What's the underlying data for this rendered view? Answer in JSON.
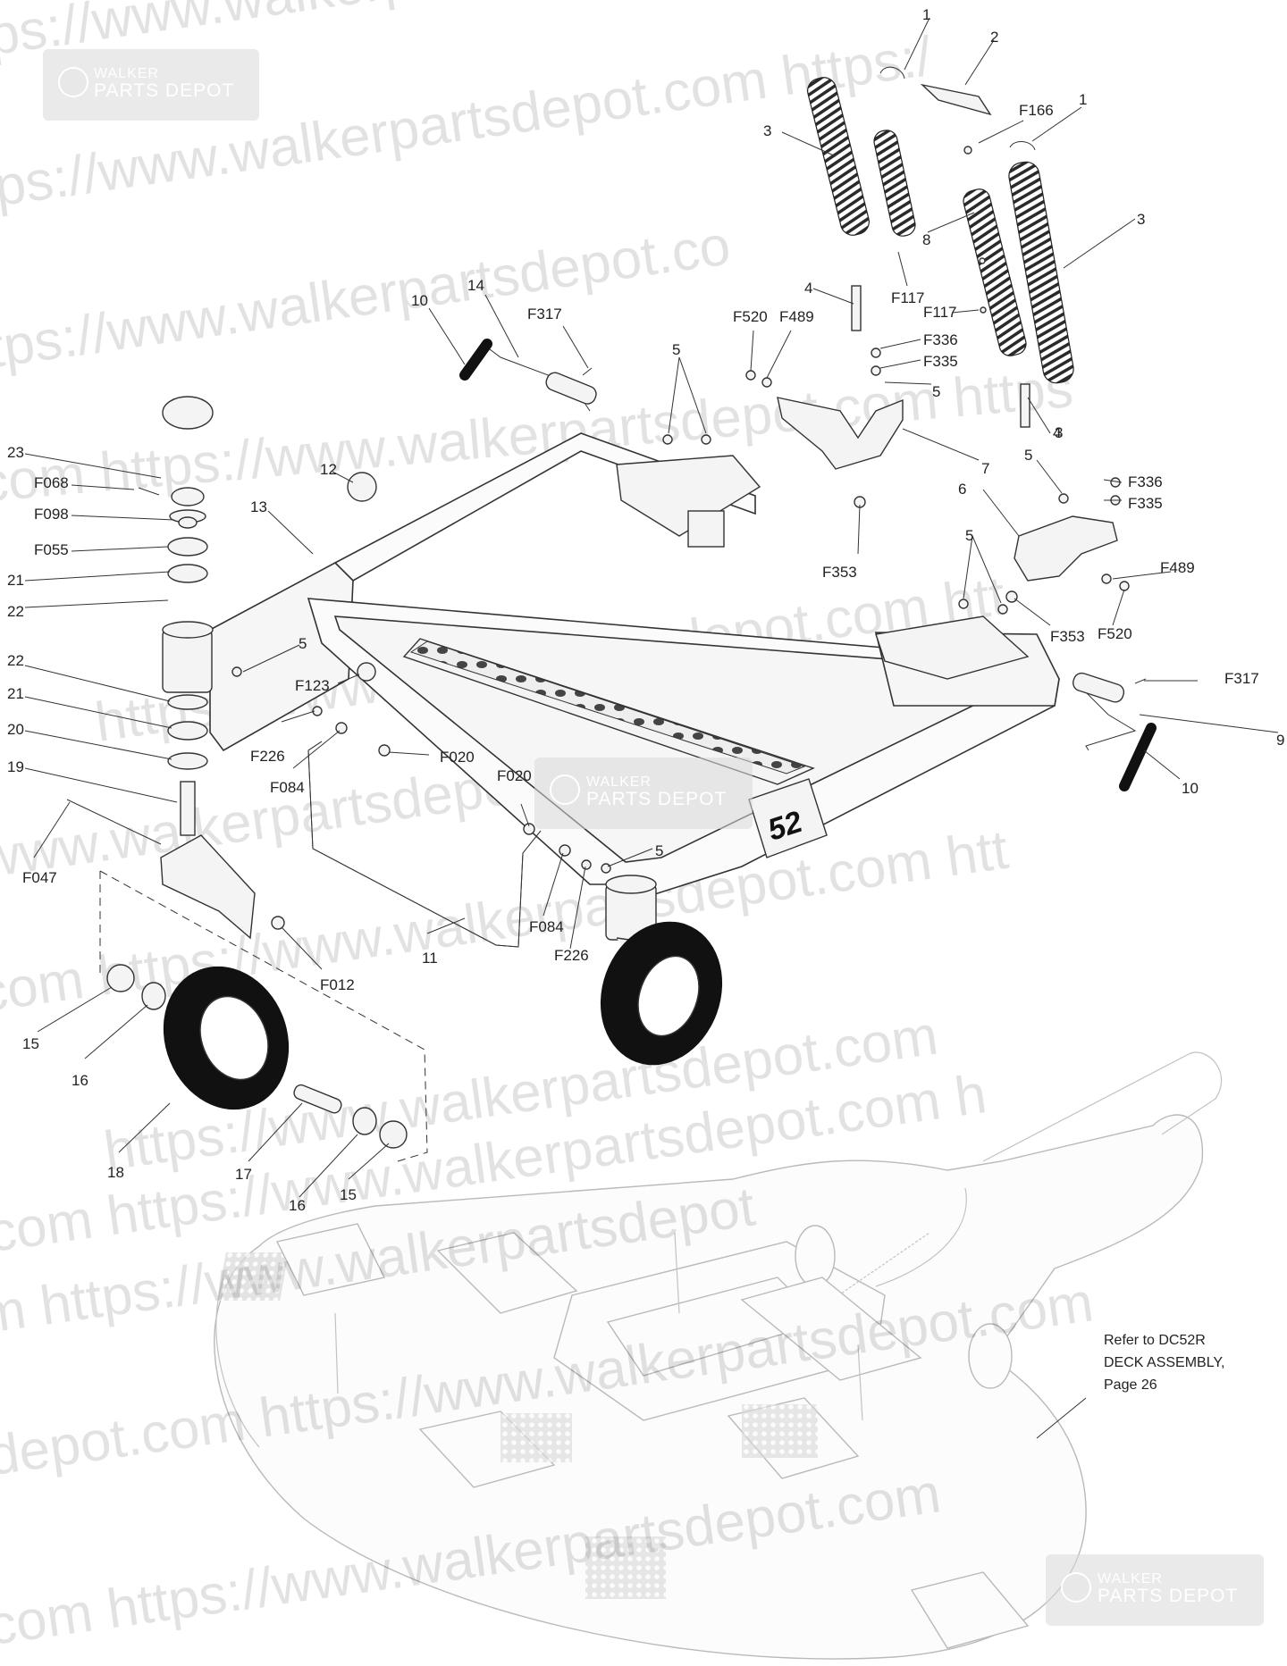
{
  "watermark": {
    "brand_top": "WALKER",
    "brand_bottom": "PARTS DEPOT",
    "lines": [
      "ps://www.walkerpartsdepot.com  https",
      "tps://www.walkerpartsdepot.com  https:/",
      "tps://www.walkerpartsdepot.co",
      "com  https://www.walkerpartsdepot.com  https",
      "https://www.walkerpartsdepot.com  htt",
      "www.walkerpartsdepot.com  https://",
      "com  https://www.walkerpartsdepot.com  htt",
      "https://www.walkerpartsdepot.com",
      "com  https://www.walkerpartsdepot.com  h",
      "m  https://www.walkerpartsdepot",
      "depot.com  https://www.walkerpartsdepot.com",
      "com  https://www.walkerpartsdepot.com"
    ]
  },
  "reference_note": [
    "Refer to DC52R",
    "DECK ASSEMBLY,",
    "Page 26"
  ],
  "deck_size_label": "52",
  "callouts": [
    "1",
    "2",
    "F166",
    "1",
    "3",
    "3",
    "8",
    "F117",
    "F117",
    "3",
    "4",
    "F336",
    "F335",
    "5",
    "F520",
    "F489",
    "10",
    "14",
    "F317",
    "5",
    "7",
    "4",
    "23",
    "F068",
    "F098",
    "F055",
    "21",
    "22",
    "12",
    "13",
    "F353",
    "5",
    "F336",
    "F335",
    "6",
    "F489",
    "5",
    "F353",
    "F520",
    "5",
    "F123",
    "F226",
    "F084",
    "F020",
    "22",
    "21",
    "20",
    "19",
    "F020",
    "5",
    "F317",
    "9",
    "10",
    "F047",
    "F084",
    "F226",
    "F012",
    "11",
    "15",
    "16",
    "18",
    "17",
    "16",
    "15"
  ]
}
